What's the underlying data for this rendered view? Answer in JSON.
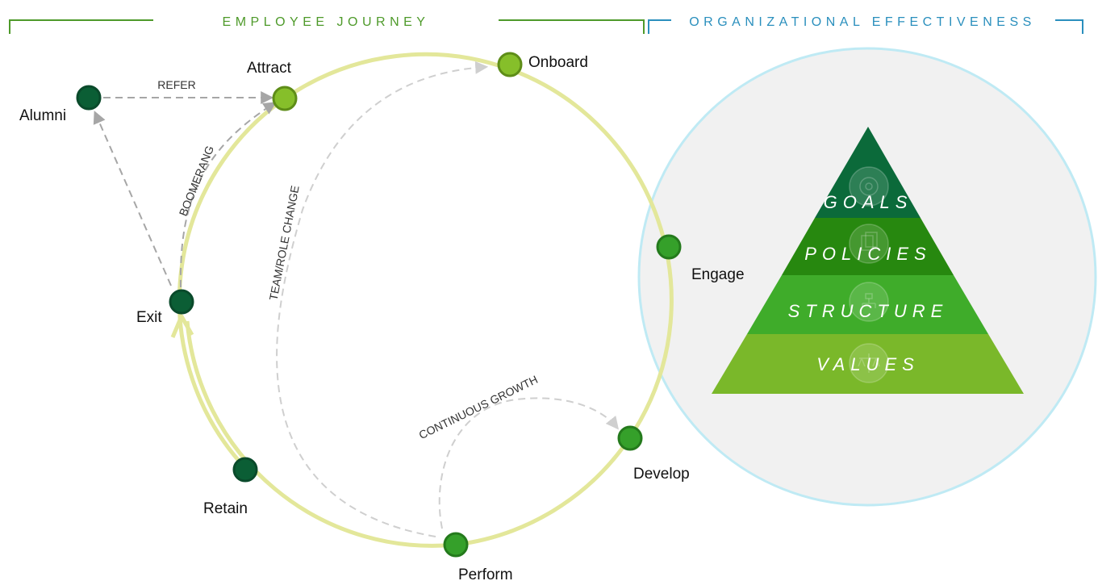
{
  "headers": {
    "journey": "EMPLOYEE JOURNEY",
    "effectiveness": "ORGANIZATIONAL EFFECTIVENESS"
  },
  "stages": {
    "attract": "Attract",
    "onboard": "Onboard",
    "engage": "Engage",
    "develop": "Develop",
    "perform": "Perform",
    "retain": "Retain",
    "exit": "Exit",
    "alumni": "Alumni"
  },
  "flows": {
    "refer": "REFER",
    "boomerang": "BOOMERANG",
    "team_role_change": "TEAM/ROLE CHANGE",
    "continuous_growth": "CONTINUOUS GROWTH"
  },
  "pyramid": {
    "goals": "GOALS",
    "policies": "POLICIES",
    "structure": "STRUCTURE",
    "values": "VALUES"
  },
  "colors": {
    "journey_header": "#4e9a2a",
    "effectiveness_header": "#2a8fbd",
    "cycle_ring": "#e3e79a",
    "dark_node": "#0b5e35",
    "mid_node": "#35a02a",
    "light_node": "#86bf2a",
    "goals_tier": "#0b6a3a",
    "policies_tier": "#27880f",
    "structure_tier": "#3fac2a",
    "values_tier": "#7ab82a",
    "org_circle_fill": "#f1f1f1",
    "org_circle_stroke": "#bfeaf4"
  }
}
